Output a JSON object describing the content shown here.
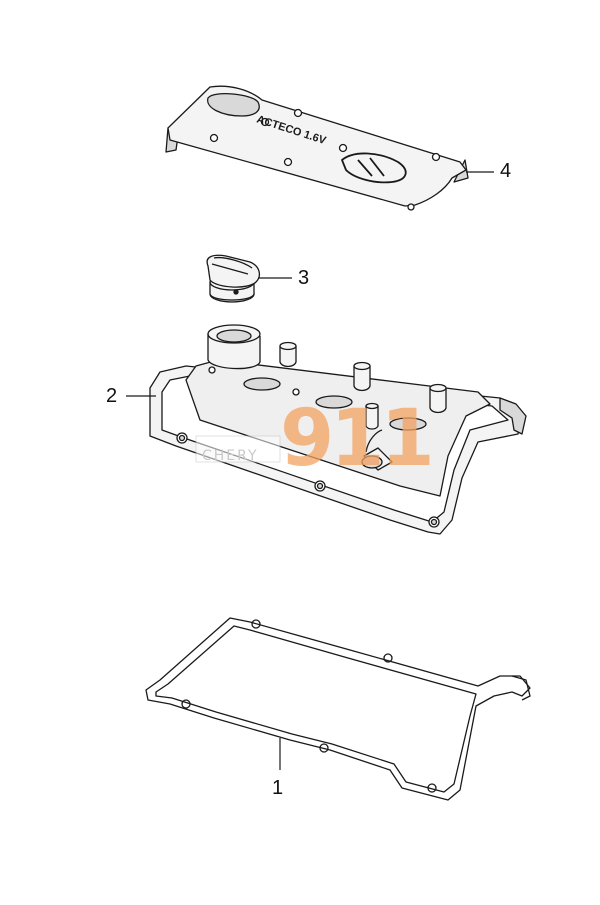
{
  "callouts": [
    {
      "id": "part-1",
      "label": "1"
    },
    {
      "id": "part-2",
      "label": "2"
    },
    {
      "id": "part-3",
      "label": "3"
    },
    {
      "id": "part-4",
      "label": "4"
    }
  ],
  "cover_logo_text": "ACTECO 1.6V",
  "watermark": {
    "brand": "CHERY",
    "number": "911",
    "color": "#f4a261"
  },
  "colors": {
    "line": "#1a1a1a",
    "shade": "#d9d9d9",
    "fill": "#f4f4f4"
  }
}
